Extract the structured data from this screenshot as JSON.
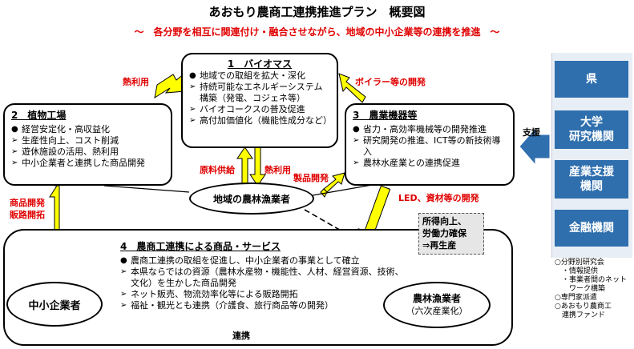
{
  "header": {
    "title": "あおもり農商工連携推進プラン　概要図",
    "subtitle": "～　各分野を相互に関連付け・融合させながら、地域の中小企業等の連携を推進　～"
  },
  "box1": {
    "title": "1　バイオマス",
    "items": [
      {
        "bullet": "dot",
        "text": "地域での取組を拡大・深化"
      },
      {
        "bullet": "tri",
        "text": "持続可能なエネルギーシステム構築（発電、コジェネ等）"
      },
      {
        "bullet": "tri",
        "text": "バイオコークスの普及促進"
      },
      {
        "bullet": "tri",
        "text": "高付加価値化（機能性成分など）"
      }
    ]
  },
  "box2": {
    "title": "2　植物工場",
    "items": [
      {
        "bullet": "dot",
        "text": "経営安定化・高収益化"
      },
      {
        "bullet": "tri",
        "text": "生産性向上、コスト削減"
      },
      {
        "bullet": "tri",
        "text": "遊休施設の活用、熱利用"
      },
      {
        "bullet": "tri",
        "text": "中小企業者と連携した商品開発"
      }
    ]
  },
  "box3": {
    "title": "3　農業機器等",
    "items": [
      {
        "bullet": "dot",
        "text": "省力・高効率機械等の開発推進"
      },
      {
        "bullet": "tri",
        "text": "研究開発の推進、ICT等の新技術導入"
      },
      {
        "bullet": "tri",
        "text": "農林水産業との連携促進"
      }
    ]
  },
  "box4": {
    "title": "4　農商工連携による商品・サービス",
    "items": [
      {
        "bullet": "dot",
        "text": "農商工連携の取組を促進し、中小企業者の事業として確立"
      },
      {
        "bullet": "tri",
        "text": "本県ならではの資源（農林水産物・機能性、人材、経営資源、技術、文化）を生かした商品開発"
      },
      {
        "bullet": "tri",
        "text": "ネット販売、物流効率化等による販路開拓"
      },
      {
        "bullet": "tri",
        "text": "福祉・観光とも連携（介護食、旅行商品等の開発）"
      }
    ]
  },
  "nodes": {
    "local_farmers": "地域の農林漁業者",
    "sme": "中小企業者",
    "farmers_line1": "農林漁業者",
    "farmers_line2": "（六次産業化）"
  },
  "labels": {
    "heat_use_left": "熱利用",
    "boiler_dev": "ボイラー等の開発",
    "raw_supply": "原料供給",
    "heat_use_mid": "熱利用",
    "product_dev_mid": "製品開発",
    "led_dev": "LED、資材等の開発",
    "product_dev_left_1": "商品開発",
    "product_dev_left_2": "販路開拓",
    "renkei": "連携",
    "support": "支援"
  },
  "dashed_note": {
    "line1": "所得向上、",
    "line2": "労働力確保",
    "line3": "⇒再生産"
  },
  "supporters": [
    "県",
    "大学\n研究機関",
    "産業支援\n機関",
    "金融機関"
  ],
  "notes": [
    "○分野別研究会",
    "　・情報提供",
    "　・事業者間のネット",
    "　　ワーク構築",
    "○専門家派遣",
    "○あおもり農商工",
    "　連携ファンド"
  ],
  "colors": {
    "accent_red": "#e00000",
    "arrow_yellow": "#ffff00",
    "supporter_blue": "#2f6fae",
    "support_arrow_blue": "#2f6fae"
  }
}
